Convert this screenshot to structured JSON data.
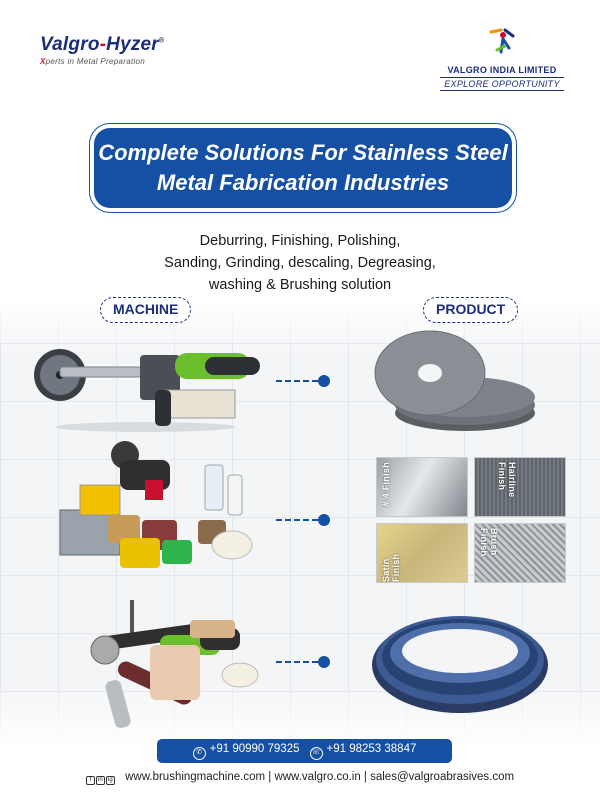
{
  "brand": {
    "name_part1": "Valgro",
    "name_dash": "-",
    "name_part2": "Hyzer",
    "registered": "®",
    "tagline_x": "X",
    "tagline_rest": "perts in Metal Preparation"
  },
  "company": {
    "name": "VALGRO INDIA LIMITED",
    "tagline": "EXPLORE OPPORTUNITY"
  },
  "banner": {
    "line1": "Complete Solutions For Stainless Steel",
    "line2": "Metal Fabrication Industries"
  },
  "services": {
    "line1": "Deburring, Finishing, Polishing,",
    "line2": "Sanding, Grinding, descaling, Degreasing,",
    "line3": "washing & Brushing solution"
  },
  "labels": {
    "machine": "MACHINE",
    "product": "PRODUCT"
  },
  "finishes": {
    "no4": "# 4 Finish",
    "hairline": "Hairline Finish",
    "satin": "Satin Finish",
    "brush": "Brush Finish"
  },
  "contact": {
    "phone1": "+91 90990 79325",
    "phone2": "+91 98253 38847"
  },
  "footer": {
    "text": "www.brushingmachine.com | www.valgro.co.in | sales@valgroabrasives.com",
    "social": [
      "f",
      "in",
      "ig"
    ]
  },
  "colors": {
    "brand_blue": "#1550a4",
    "navy": "#1c2d7a",
    "accent_red": "#c8102e",
    "machine_green": "#6cbf2c"
  },
  "icons": [
    "whatsapp-icon",
    "phone-icon",
    "facebook-icon",
    "linkedin-icon",
    "instagram-icon"
  ]
}
